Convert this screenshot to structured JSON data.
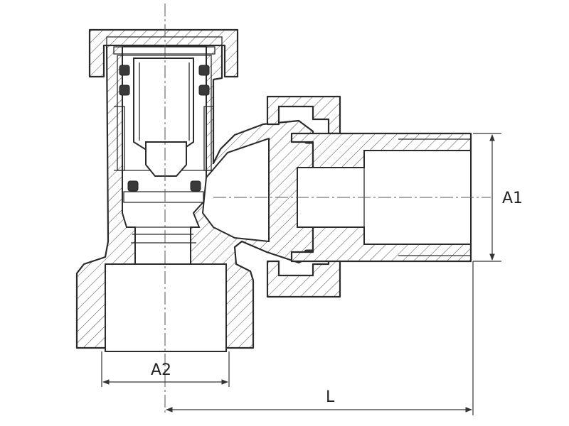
{
  "labels": {
    "a1": "A1",
    "a2": "A2",
    "l": "L"
  }
}
